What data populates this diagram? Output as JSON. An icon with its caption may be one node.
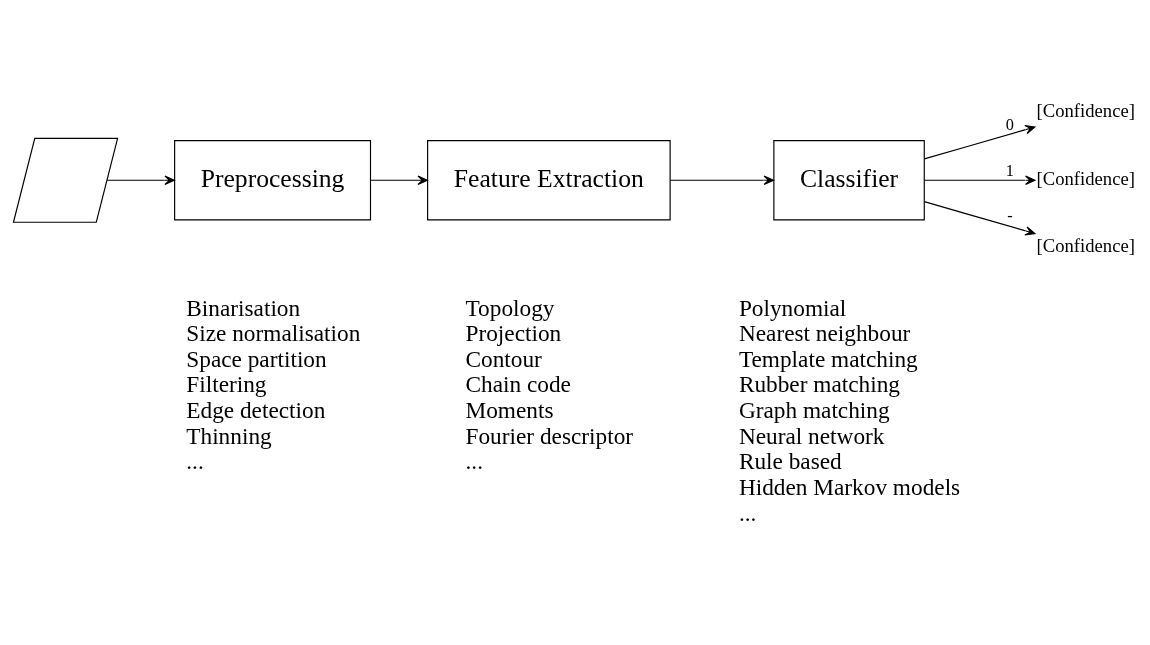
{
  "diagram": {
    "nodes": [
      {
        "text": [],
        "shape": "parallelogram"
      },
      {
        "text": [
          "Preprocessing"
        ],
        "beside": [
          "Binarisation",
          "Size normalisation",
          "Space partition",
          "Filtering",
          "Edge detection",
          "Thinning",
          "..."
        ]
      },
      {
        "text": [
          "Feature Extraction"
        ],
        "beside": [
          "Topology",
          "Projection",
          "Contour",
          "Chain code",
          "Moments",
          "Fourier descriptor",
          "..."
        ]
      },
      {
        "text": [
          "Classifier"
        ],
        "beside": [
          "Polynomial",
          "Nearest neighbour",
          "Template matching",
          "Rubber matching",
          "Graph matching",
          "Neural network",
          "Rule based",
          "Hidden Markov models",
          "..."
        ]
      },
      {
        "text": [
          "[Confidence]"
        ]
      },
      {
        "text": [
          "[Confidence]"
        ]
      },
      {
        "text": [
          "[Confidence]"
        ]
      }
    ],
    "edges": [
      {
        "from": 0,
        "to": 1,
        "arrow": "to"
      },
      {
        "from": 1,
        "to": 2,
        "arrow": "to"
      },
      {
        "from": 2,
        "to": 3,
        "arrow": "to"
      },
      {
        "from": 3,
        "to": 4,
        "arrow": "to",
        "label": "0"
      },
      {
        "from": 3,
        "to": 5,
        "arrow": "to",
        "label": "1"
      },
      {
        "from": 3,
        "to": 6,
        "arrow": "to",
        "label": "-"
      }
    ]
  }
}
